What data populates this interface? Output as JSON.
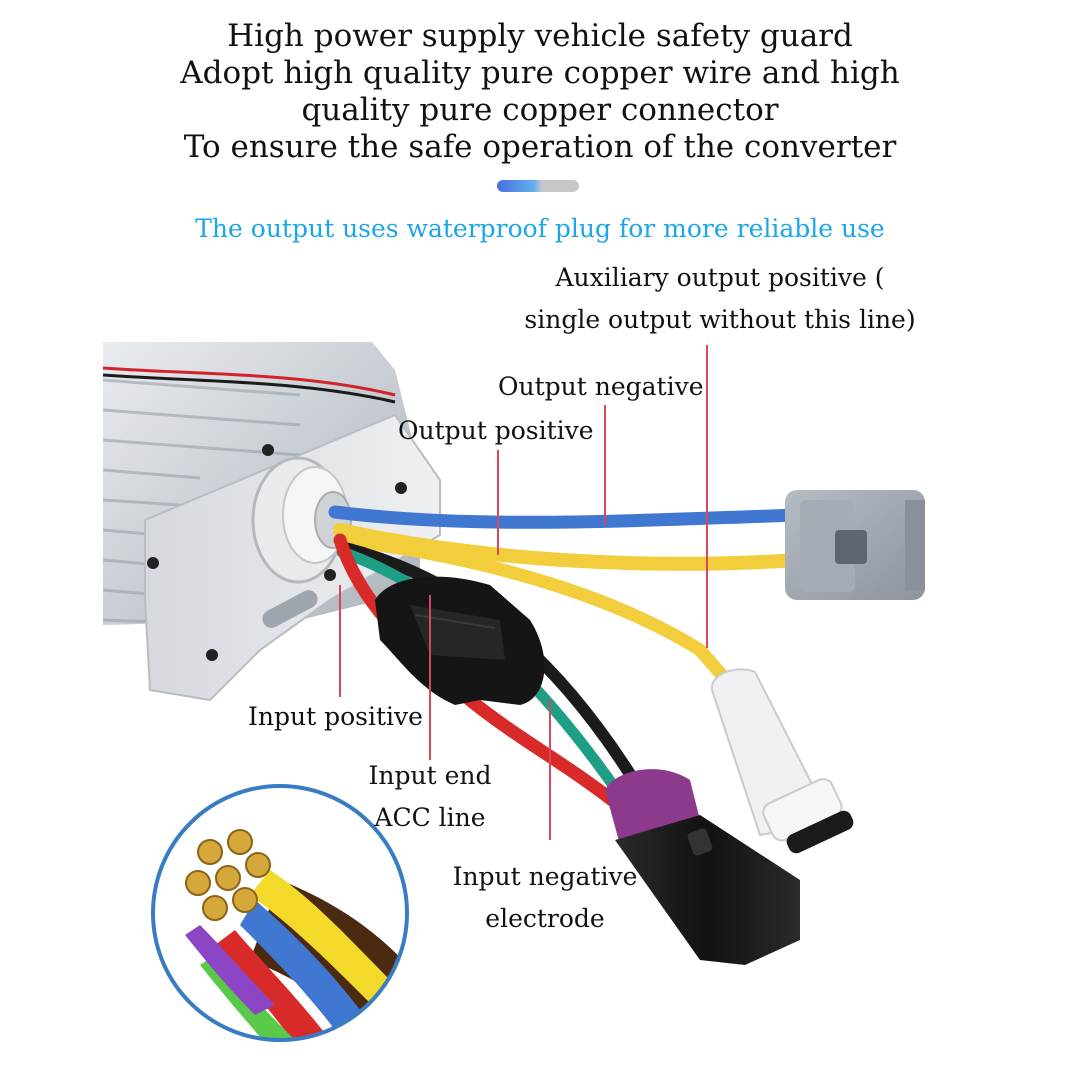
{
  "headline": {
    "line1": "High power supply vehicle safety guard",
    "line2": "Adopt high quality pure copper wire and high",
    "line3": "quality pure copper connector",
    "line4": "To ensure the safe operation of the converter"
  },
  "subhead": "The output uses waterproof plug for more reliable use",
  "accent_colors": {
    "subhead": "#1aa6e8",
    "divider_left": "#4a6ee0",
    "divider_right": "#c7c7c7",
    "callout_line": "#d9485a",
    "wire_output_negative": "#3f77d1",
    "wire_output_positive": "#f2cd3c",
    "wire_input_positive": "#d92a2a",
    "wire_acc": "#1f9e86",
    "wire_input_negative": "#1b1b1b"
  },
  "labels": {
    "aux_output_positive_line1": "Auxiliary output positive (",
    "aux_output_positive_line2": "single output without this line)",
    "output_negative": "Output negative",
    "output_positive": "Output positive",
    "input_positive": "Input positive",
    "input_end_acc_line1": "Input end",
    "input_end_acc_line2": "ACC line",
    "input_negative_line1": "Input negative",
    "input_negative_line2": "electrode"
  },
  "icons": {
    "converter": "aluminum-converter-housing",
    "gland": "cable-gland",
    "fuse": "inline-fuse-holder",
    "output_plug": "waterproof-output-plug",
    "aux_plug": "auxiliary-bullet-connector",
    "input_plug": "waterproof-input-plug",
    "inset": "copper-wire-cross-section"
  }
}
